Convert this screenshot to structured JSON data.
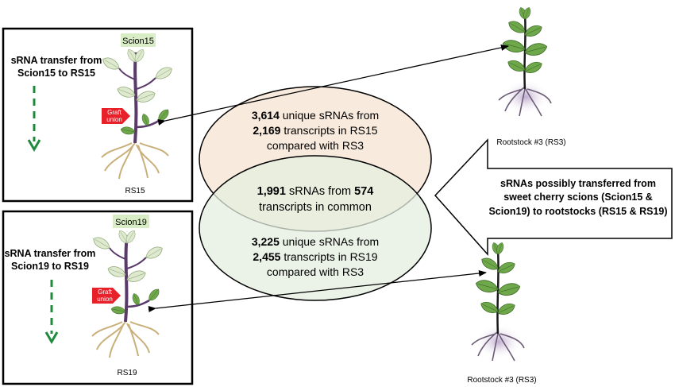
{
  "panel_top": {
    "tag": "Scion15",
    "transfer_line1": "sRNA transfer from",
    "transfer_line2": "Scion15 to RS15",
    "graft_line1": "Graft",
    "graft_line2": "union",
    "root_label": "RS15"
  },
  "panel_bottom": {
    "tag": "Scion19",
    "transfer_line1": "sRNA transfer from",
    "transfer_line2": "Scion19 to RS19",
    "graft_line1": "Graft",
    "graft_line2": "union",
    "root_label": "RS19"
  },
  "venn_top": {
    "count1": "3,614",
    "line1_rest": " unique sRNAs from",
    "count2": "2,169",
    "line2_rest": " transcripts in RS15",
    "line3": "compared with RS3"
  },
  "venn_common": {
    "count1": "1,991",
    "mid": " sRNAs from ",
    "count2": "574",
    "line2": "transcripts in common"
  },
  "venn_bottom": {
    "count1": "3,225",
    "line1_rest": " unique sRNAs from",
    "count2": "2,455",
    "line2_rest": " transcripts in RS19",
    "line3": "compared with RS3"
  },
  "callout": {
    "line1": "sRNAs possibly transferred from",
    "line2": "sweet cherry scions (Scion15 &",
    "line3": "Scion19) to rootstocks (RS15 & RS19)"
  },
  "rootstock_top_label": "Rootstock #3 (RS3)",
  "rootstock_bottom_label": "Rootstock #3 (RS3)",
  "colors": {
    "tag_fill": "#d8ecc6",
    "arrow_green": "#1e8a3c",
    "graft_red": "#e8202a",
    "venn_top_fill": "#f7e6d6",
    "venn_bottom_fill": "#e4efe0",
    "leaf": "#6ea84a",
    "stem": "#5a3a6a",
    "root": "#c9b07a"
  }
}
